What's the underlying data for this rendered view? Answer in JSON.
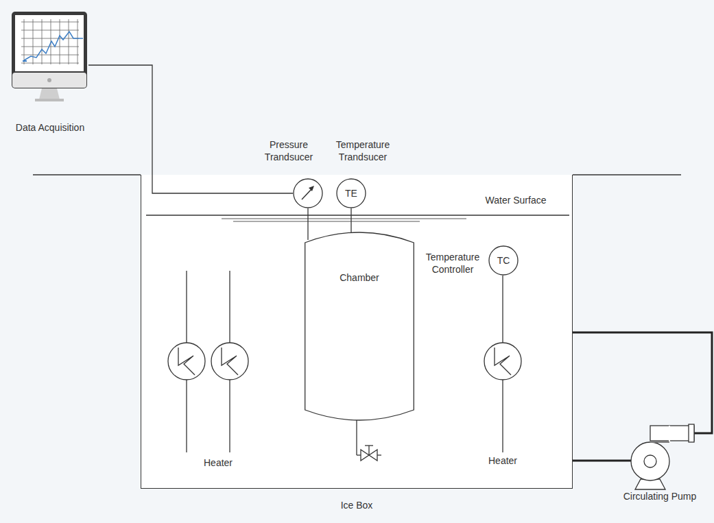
{
  "diagram": {
    "nodes": [
      {
        "text": [
          "Data Acquisition"
        ]
      },
      {
        "text": [
          "Ice Box"
        ]
      },
      {
        "text": [
          "Pressure Trandsucer"
        ],
        "in": 1
      },
      {
        "text": [
          "Temperature Trandsucer",
          "TE"
        ],
        "in": 1
      },
      {
        "text": [
          "Chamber"
        ],
        "in": 1
      },
      {
        "text": [
          "Temperature Controller",
          "TC"
        ],
        "in": 1
      },
      {
        "text": [
          "Circulating Pump"
        ]
      }
    ],
    "edges": [
      {
        "from": 0,
        "to": 2,
        "arrow": "none"
      },
      {
        "from": 2,
        "to": 4,
        "arrow": "none"
      },
      {
        "from": 3,
        "to": 4,
        "arrow": "none"
      },
      {
        "from": 6,
        "to": 1,
        "arrow": "none"
      },
      {
        "from": 6,
        "to": 1,
        "arrow": "none"
      }
    ],
    "labels": [
      "Water Surface",
      "Heater",
      "Heater"
    ]
  }
}
